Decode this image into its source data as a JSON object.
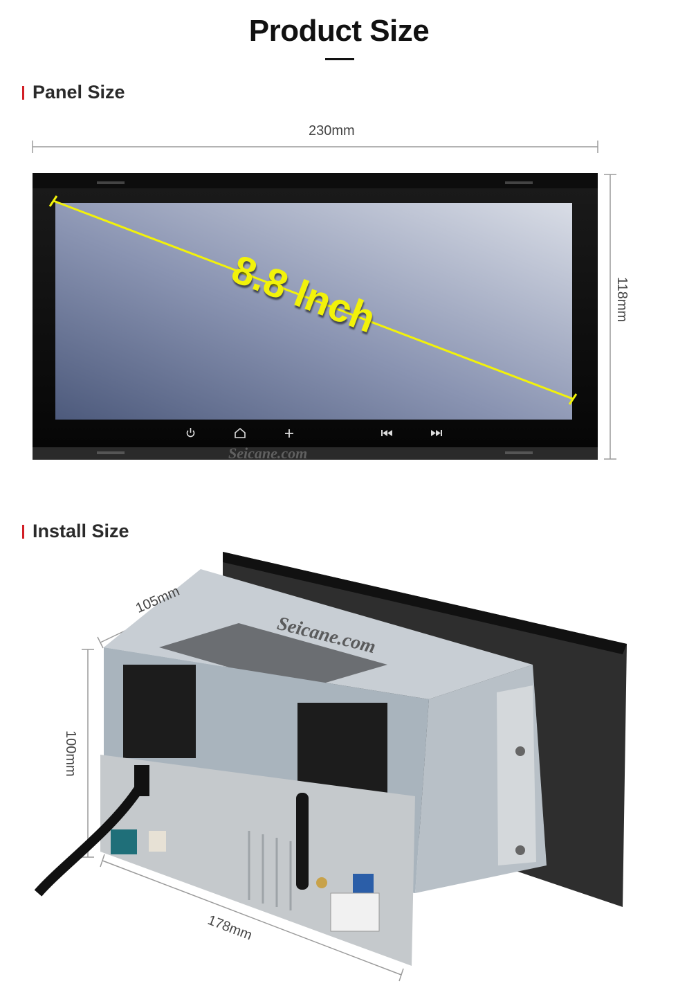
{
  "page": {
    "title": "Product Size"
  },
  "panel_section": {
    "heading": "Panel Size",
    "width_label": "230mm",
    "height_label": "118mm",
    "diagonal_label": "8.8 Inch",
    "watermark": "Seicane.com",
    "touch_buttons": [
      "power-icon",
      "home-icon",
      "plus-icon",
      "previous-track-icon",
      "next-track-icon"
    ]
  },
  "install_section": {
    "heading": "Install Size",
    "depth_label": "105mm",
    "height_label": "100mm",
    "width_label": "178mm",
    "watermark": "Seicane.com"
  },
  "colors": {
    "accent": "#d21f26",
    "diagonal": "#f2f20a",
    "dimension_line": "#9a9a9a"
  }
}
